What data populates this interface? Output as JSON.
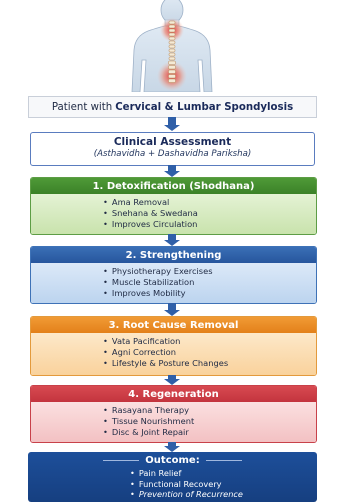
{
  "patient": {
    "prefix": "Patient with",
    "condition": "Cervical & Lumbar Spondylosis"
  },
  "assessment": {
    "title": "Clinical Assessment",
    "subtitle": "(Asthavidha + Dashavidha Pariksha)"
  },
  "stages": [
    {
      "title": "1. Detoxification (Shodhana)",
      "items": [
        "Ama Removal",
        "Snehana & Swedana",
        "Improves Circulation"
      ]
    },
    {
      "title": "2. Strengthening",
      "items": [
        "Physiotherapy Exercises",
        "Muscle Stabilization",
        "Improves Mobility"
      ]
    },
    {
      "title": "3. Root Cause Removal",
      "items": [
        "Vata Pacification",
        "Agni Correction",
        "Lifestyle & Posture Changes"
      ]
    },
    {
      "title": "4. Regeneration",
      "items": [
        "Rasayana Therapy",
        "Tissue Nourishment",
        "Disc & Joint Repair"
      ]
    }
  ],
  "outcome": {
    "title": "Outcome:",
    "items": [
      "Pain Relief",
      "Functional Recovery",
      "Prevention of Recurrence"
    ]
  },
  "colors": {
    "detox": "#4f9a37",
    "strength": "#3a6fb6",
    "rootcause": "#f19b35",
    "regeneration": "#d84a51",
    "outcome": "#1d4f9a",
    "arrow": "#2f5fa8"
  },
  "icons": {
    "figure": "human-back-spine-illustration"
  }
}
